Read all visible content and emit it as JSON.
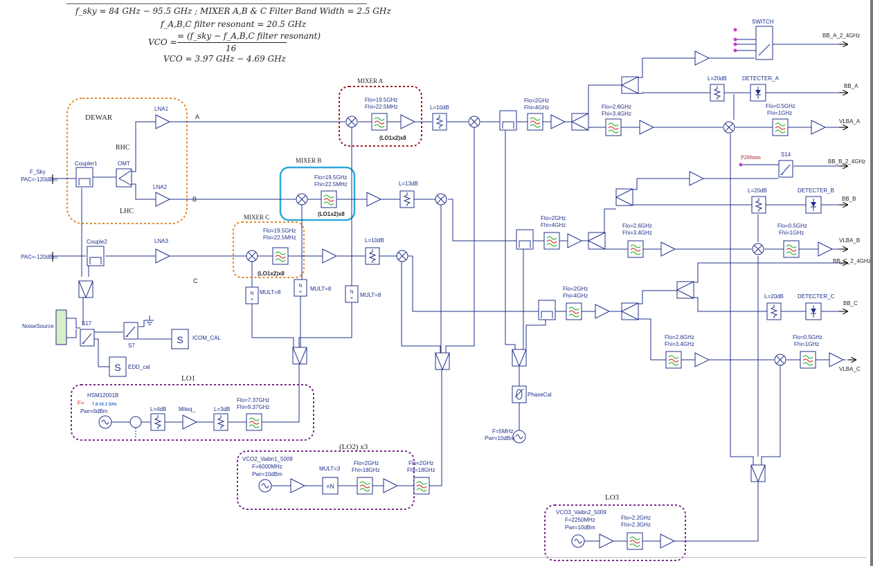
{
  "equations": {
    "line1": "f_sky = 84 GHz − 95.5 GHz ; MIXER A,B & C Filter Band Width = 2.5 GHz",
    "line2": "f_A,B,C filter resonant = 20.5 GHz",
    "line3_lhs": "VCO =",
    "line3_num": "= (f_sky − f_A,B,C filter resonant)",
    "line3_den": "16",
    "line4": "VCO = 3.97 GHz − 4.69 GHz"
  },
  "groups": {
    "dewar": "DEWAR",
    "mixer_a": "MIXER A",
    "mixer_b": "MIXER B",
    "mixer_c": "MIXER C",
    "lo1": "LO1",
    "lo2": "(LO2) x3",
    "lo3": "LO3",
    "switch": "SWITCH"
  },
  "labels": {
    "a": "A",
    "b": "B",
    "c": "C",
    "rhc": "RHC",
    "lhc": "LHC",
    "lna1": "LNA1",
    "lna2": "LNA2",
    "lna3": "LNA3",
    "omt": "OMT",
    "coupler1": "Coupler1",
    "coupler2": "Couple2",
    "f_sky": "F_Sky",
    "pac1": "PAC=-120dBm",
    "pac2": "PAC=-120dBm",
    "noise_source": "NoiseSource",
    "s17": "S17",
    "s7": "S7",
    "icom_cal": "ICOM_CAL",
    "edd_cal": "EDD_cal",
    "mult8_1": "MULT=8",
    "mult8_2": "MULT=8",
    "mult8_3": "MULT=8",
    "lo1x2x8": "(LO1x2)x8",
    "hsm": "HSM12001B",
    "f_eq": "F=",
    "f_range": "7.9-10.1 GHz",
    "pwr0": "Pwr=0dBm",
    "l4db": "L=4dB",
    "miteq": "Miteq_",
    "l3db": "L=3dB",
    "flo737": "Flo=7.37GHz",
    "fhi937": "Fhi=9.37GHz",
    "vco2": "VCO2_Vaibn1_5009",
    "f6000": "F=6000MHz",
    "pwr10a": "Pwr=10dBm",
    "mult3": "MULT=3",
    "flo2a": "Flo=2GHz",
    "fhi18a": "Fhi=18GHz",
    "flo2b": "Flo=2GHz",
    "fhi18b": "Fhi=18GHz",
    "vco3": "VCO3_Vaibn2_5009",
    "f2250": "F=2250MHz",
    "pwr10b": "Pwr=10dBm",
    "flo22": "Flo=2.2GHz",
    "fhi23": "Fhi=2.3GHz",
    "phasecal": "PhaseCal",
    "f5mhz": "F=5MHz",
    "pwr10c": "Pwr=10dBm",
    "flo195": "Flo=19.5GHz",
    "fhi225": "Fhi=22.5MHz",
    "l10db": "L=10dB",
    "l13db": "L=13dB",
    "l20db": "L=20dB",
    "flo2ghz": "Flo=2GHz",
    "fhi4ghz": "Fhi=4GHz",
    "flo26": "Flo=2.6GHz",
    "fhi34": "Fhi=3.4GHz",
    "flo05": "Flo=0.5GHz",
    "fhi1": "Fhi=1GHz",
    "det_a": "DETECTER_A",
    "det_b": "DETECTER_B",
    "det_c": "DETECTER_C",
    "p200": "P200mm",
    "s14": "S14",
    "bb_a_24": "BB_A_2_4GHz",
    "bb_a": "BB_A",
    "vlba_a": "VLBA_A",
    "bb_b_24": "BB_B_2_4GHz",
    "bb_b": "BB_B",
    "vlba_b": "VLBA_B",
    "bb_c_24": "BB_C_2_4GHz",
    "bb_c": "BB_C",
    "vlba_c": "VLBA_C"
  },
  "colors": {
    "wire": "#1f2f8a",
    "dewar": "#e08a2a",
    "mixer_a": "#a01a22",
    "mixer_b": "#2ea8d8",
    "mixer_c": "#e08a2a",
    "lo": "#7a2a8a",
    "text_blue": "#1f2f8a",
    "noise_fill": "#d8efc8"
  }
}
